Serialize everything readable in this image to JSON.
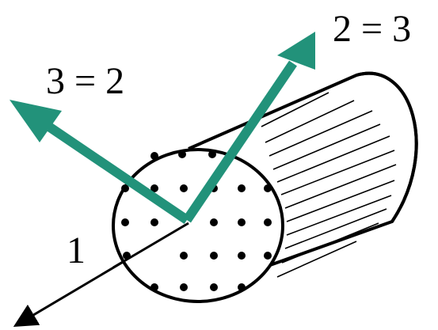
{
  "labels": {
    "axis_1": "1",
    "axis_2_eq_3": "2 = 3",
    "axis_3_eq_2": "3 = 2"
  },
  "colors": {
    "teal_arrow": "#22927A",
    "line": "#000000",
    "background": "#FFFFFF",
    "dots": "#000000"
  }
}
